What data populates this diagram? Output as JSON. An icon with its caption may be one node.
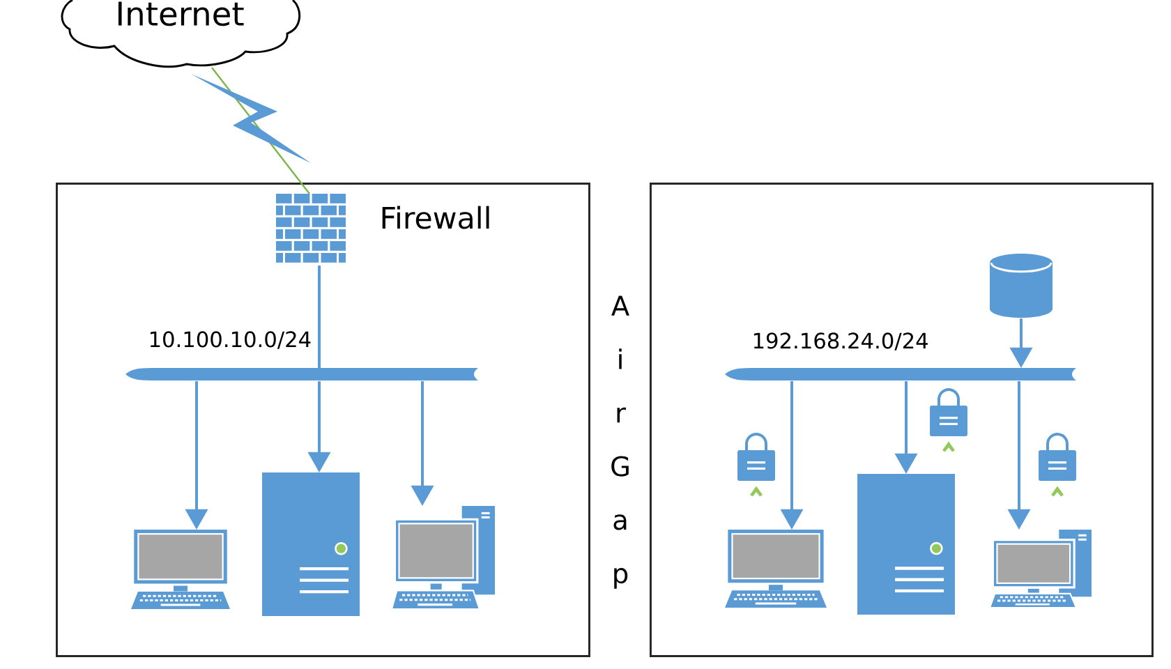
{
  "diagram": {
    "nodes": [
      {
        "text": [
          "Internet"
        ]
      },
      {
        "text": [],
        "shape": "box"
      },
      {
        "text": [],
        "shape": "picture",
        "beside": [
          "Firewall"
        ],
        "in": 1
      },
      {
        "text": [],
        "shape": "bar",
        "beside": [
          "10.100.10.0/24"
        ],
        "in": 1
      },
      {
        "text": [],
        "shape": "picture",
        "in": 1
      },
      {
        "text": [],
        "shape": "picture",
        "in": 1
      },
      {
        "text": [],
        "shape": "picture",
        "in": 1
      },
      {
        "text": [],
        "shape": "box"
      },
      {
        "text": [],
        "shape": "cylinder",
        "in": 7
      },
      {
        "text": [],
        "shape": "bar",
        "beside": [
          "192.168.24.0/24"
        ],
        "in": 7
      },
      {
        "text": [],
        "shape": "picture",
        "in": 7
      },
      {
        "text": [],
        "shape": "picture",
        "in": 7
      },
      {
        "text": [],
        "shape": "picture",
        "in": 7
      }
    ],
    "edges": [
      {
        "from": 0,
        "to": 2,
        "arrow": "none",
        "color": "#7ab648"
      },
      {
        "from": 2,
        "to": 3,
        "arrow": "none"
      },
      {
        "from": 3,
        "to": 4,
        "arrow": "to"
      },
      {
        "from": 3,
        "to": 5,
        "arrow": "to"
      },
      {
        "from": 3,
        "to": 6,
        "arrow": "to"
      },
      {
        "from": 8,
        "to": 9,
        "arrow": "to"
      },
      {
        "from": 9,
        "to": 10,
        "arrow": "to"
      },
      {
        "from": 9,
        "to": 11,
        "arrow": "to"
      },
      {
        "from": 9,
        "to": 12,
        "arrow": "to"
      }
    ],
    "labels": [
      "Air Gap"
    ]
  }
}
